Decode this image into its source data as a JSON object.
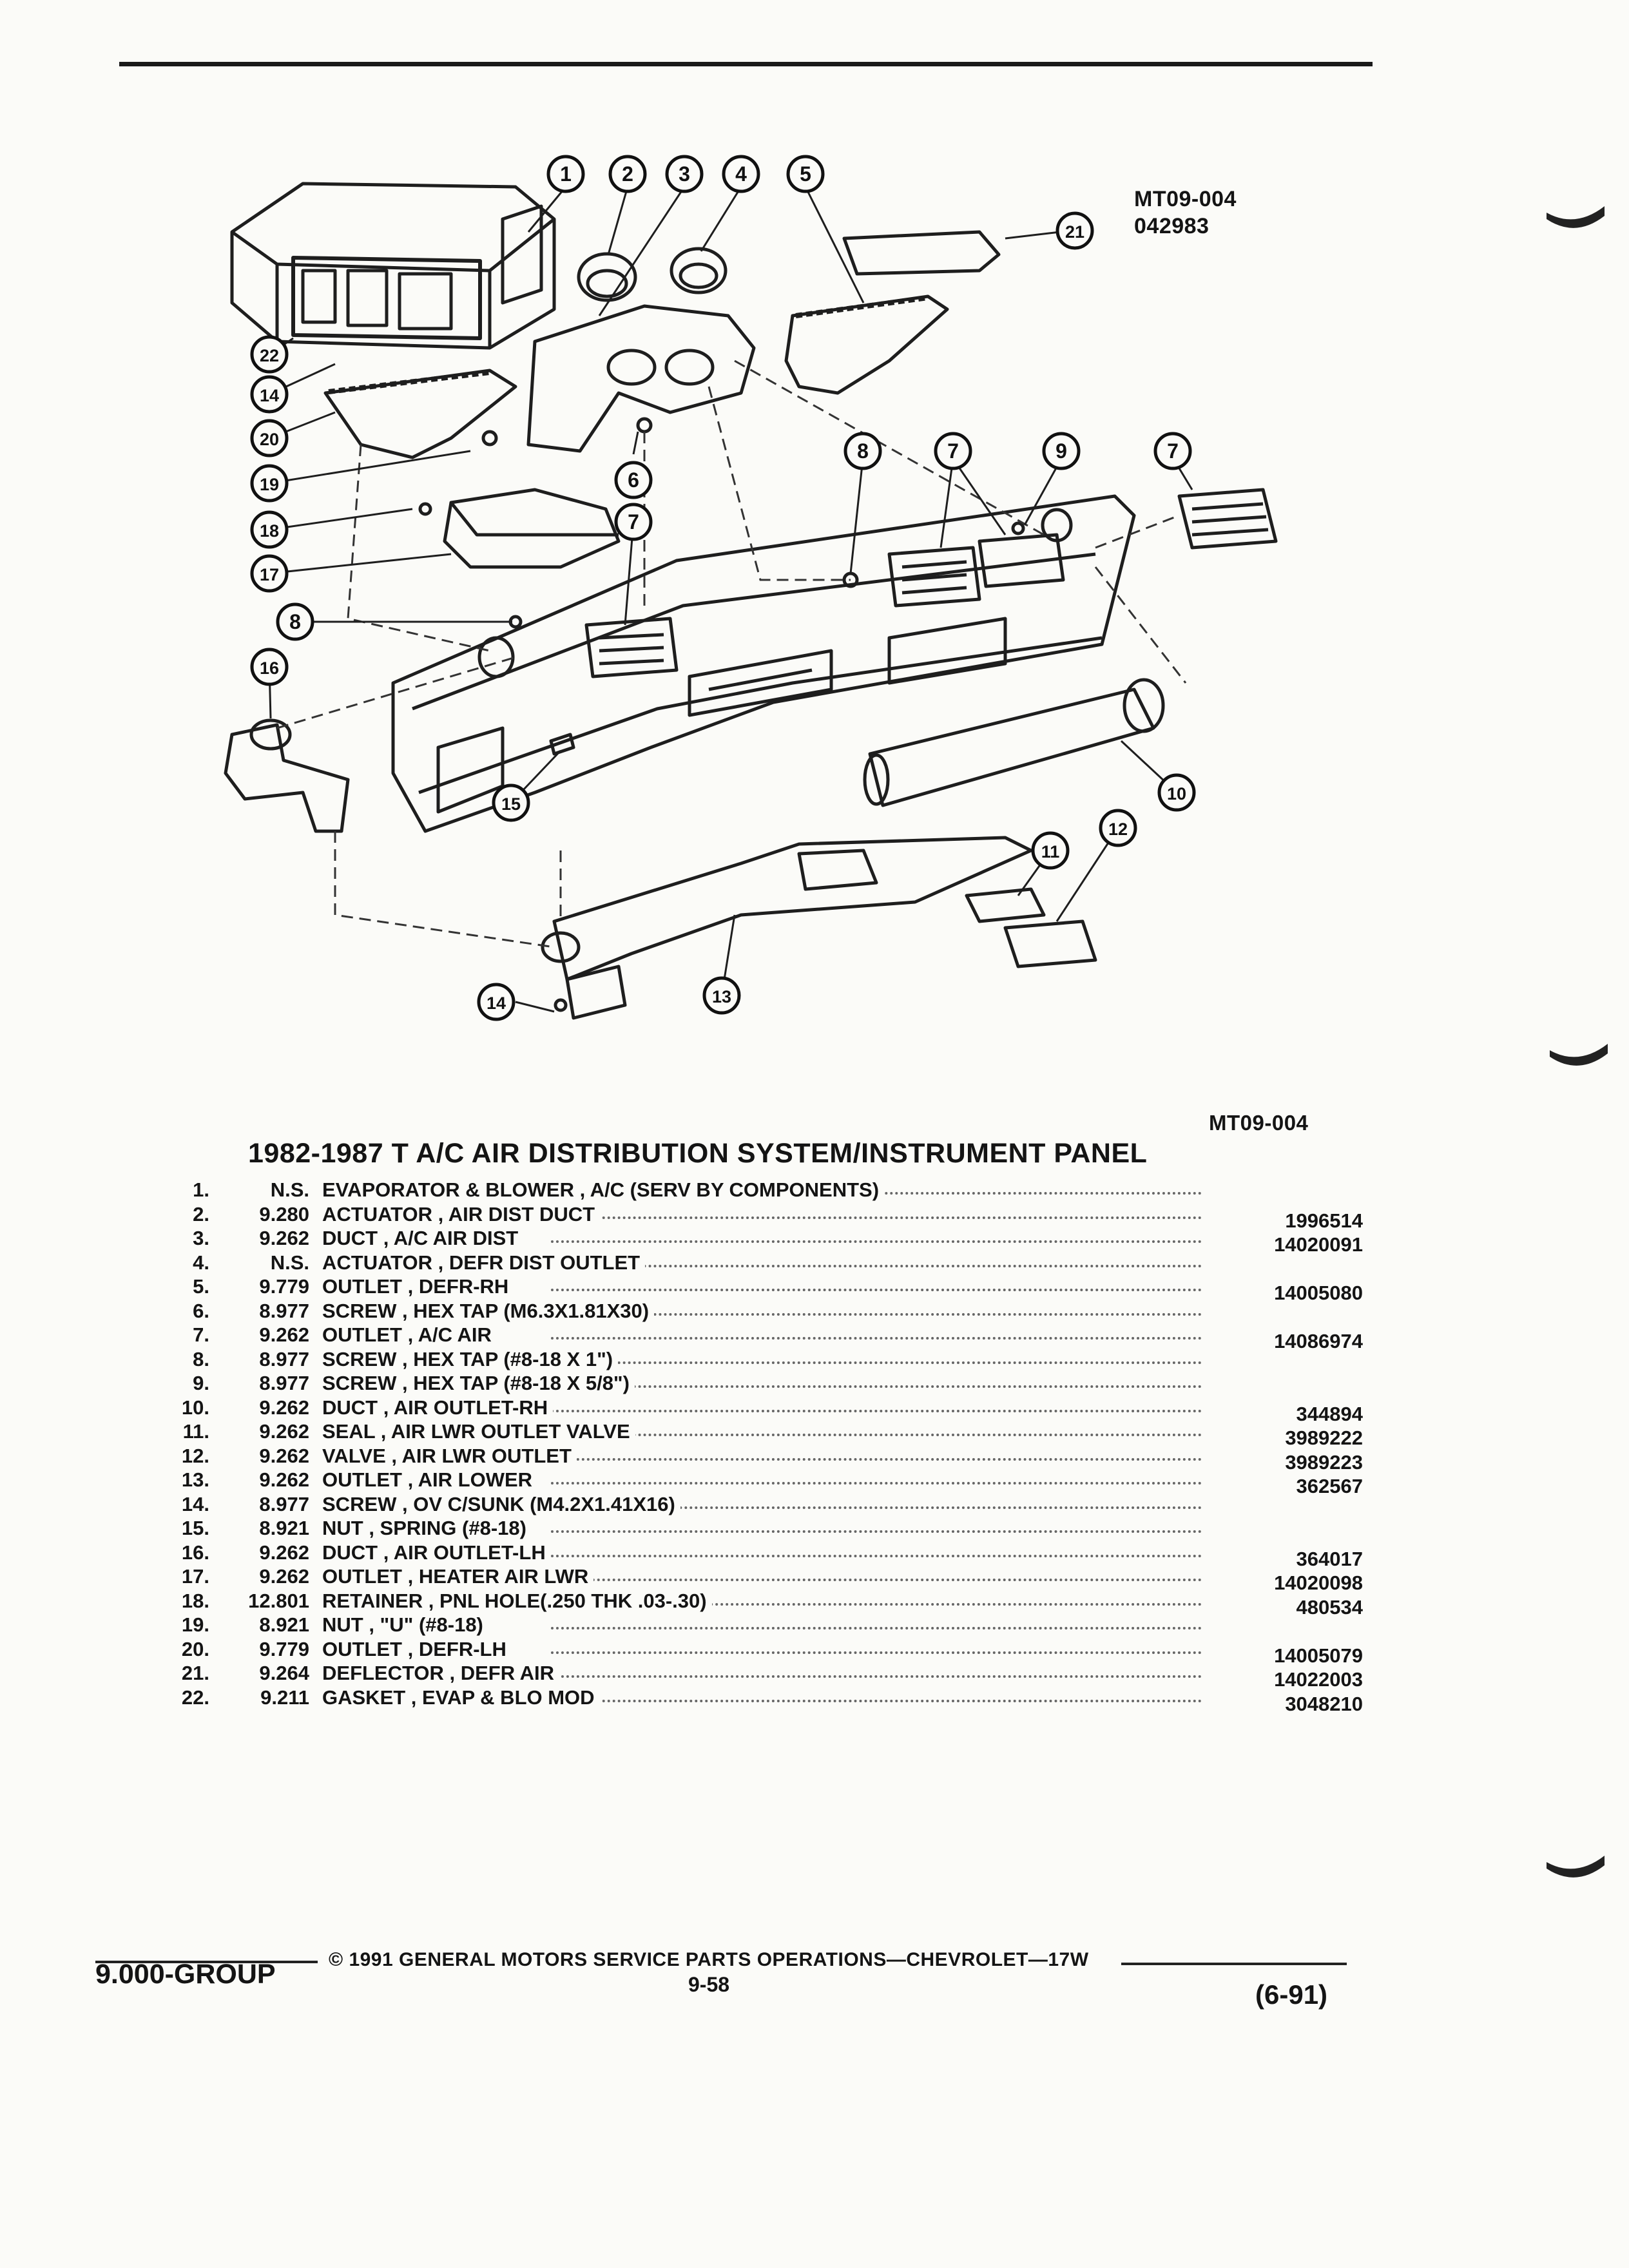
{
  "figure": {
    "ref_code": "MT09-004",
    "ref_date": "042983",
    "bottom_ref": "MT09-004",
    "callouts": [
      "1",
      "2",
      "3",
      "4",
      "5",
      "6",
      "7",
      "7",
      "7",
      "8",
      "8",
      "9",
      "10",
      "11",
      "12",
      "13",
      "14",
      "14",
      "15",
      "16",
      "17",
      "18",
      "19",
      "20",
      "21",
      "22"
    ]
  },
  "title": "1982-1987 T A/C AIR DISTRIBUTION SYSTEM/INSTRUMENT PANEL",
  "parts": [
    {
      "num": "1.",
      "group": "N.S.",
      "desc": "EVAPORATOR & BLOWER , A/C (SERV BY COMPONENTS)",
      "pn": ""
    },
    {
      "num": "2.",
      "group": "9.280",
      "desc": "ACTUATOR , AIR DIST DUCT",
      "pn": "1996514"
    },
    {
      "num": "3.",
      "group": "9.262",
      "desc": "DUCT , A/C AIR DIST",
      "pn": "14020091"
    },
    {
      "num": "4.",
      "group": "N.S.",
      "desc": "ACTUATOR , DEFR DIST OUTLET",
      "pn": ""
    },
    {
      "num": "5.",
      "group": "9.779",
      "desc": "OUTLET , DEFR-RH",
      "pn": "14005080"
    },
    {
      "num": "6.",
      "group": "8.977",
      "desc": "SCREW , HEX TAP (M6.3X1.81X30)",
      "pn": ""
    },
    {
      "num": "7.",
      "group": "9.262",
      "desc": "OUTLET , A/C AIR",
      "pn": "14086974"
    },
    {
      "num": "8.",
      "group": "8.977",
      "desc": "SCREW , HEX TAP (#8-18 X 1\")",
      "pn": ""
    },
    {
      "num": "9.",
      "group": "8.977",
      "desc": "SCREW , HEX TAP (#8-18 X 5/8\")",
      "pn": ""
    },
    {
      "num": "10.",
      "group": "9.262",
      "desc": "DUCT , AIR OUTLET-RH",
      "pn": "344894"
    },
    {
      "num": "11.",
      "group": "9.262",
      "desc": "SEAL , AIR LWR OUTLET VALVE",
      "pn": "3989222"
    },
    {
      "num": "12.",
      "group": "9.262",
      "desc": "VALVE , AIR LWR OUTLET",
      "pn": "3989223"
    },
    {
      "num": "13.",
      "group": "9.262",
      "desc": "OUTLET , AIR LOWER",
      "pn": "362567"
    },
    {
      "num": "14.",
      "group": "8.977",
      "desc": "SCREW , OV C/SUNK (M4.2X1.41X16)",
      "pn": ""
    },
    {
      "num": "15.",
      "group": "8.921",
      "desc": "NUT , SPRING (#8-18)",
      "pn": ""
    },
    {
      "num": "16.",
      "group": "9.262",
      "desc": "DUCT , AIR OUTLET-LH",
      "pn": "364017"
    },
    {
      "num": "17.",
      "group": "9.262",
      "desc": "OUTLET , HEATER AIR LWR",
      "pn": "14020098"
    },
    {
      "num": "18.",
      "group": "12.801",
      "desc": "RETAINER , PNL HOLE(.250 THK .03-.30)",
      "pn": "480534"
    },
    {
      "num": "19.",
      "group": "8.921",
      "desc": "NUT , \"U\" (#8-18)",
      "pn": ""
    },
    {
      "num": "20.",
      "group": "9.779",
      "desc": "OUTLET , DEFR-LH",
      "pn": "14005079"
    },
    {
      "num": "21.",
      "group": "9.264",
      "desc": "DEFLECTOR , DEFR AIR",
      "pn": "14022003"
    },
    {
      "num": "22.",
      "group": "9.211",
      "desc": "GASKET , EVAP & BLO MOD",
      "pn": "3048210"
    }
  ],
  "footer": {
    "group": "9.000-GROUP",
    "copyright": "© 1991 GENERAL MOTORS SERVICE PARTS OPERATIONS—CHEVROLET—17W",
    "page": "9-58",
    "date": "(6-91)"
  }
}
